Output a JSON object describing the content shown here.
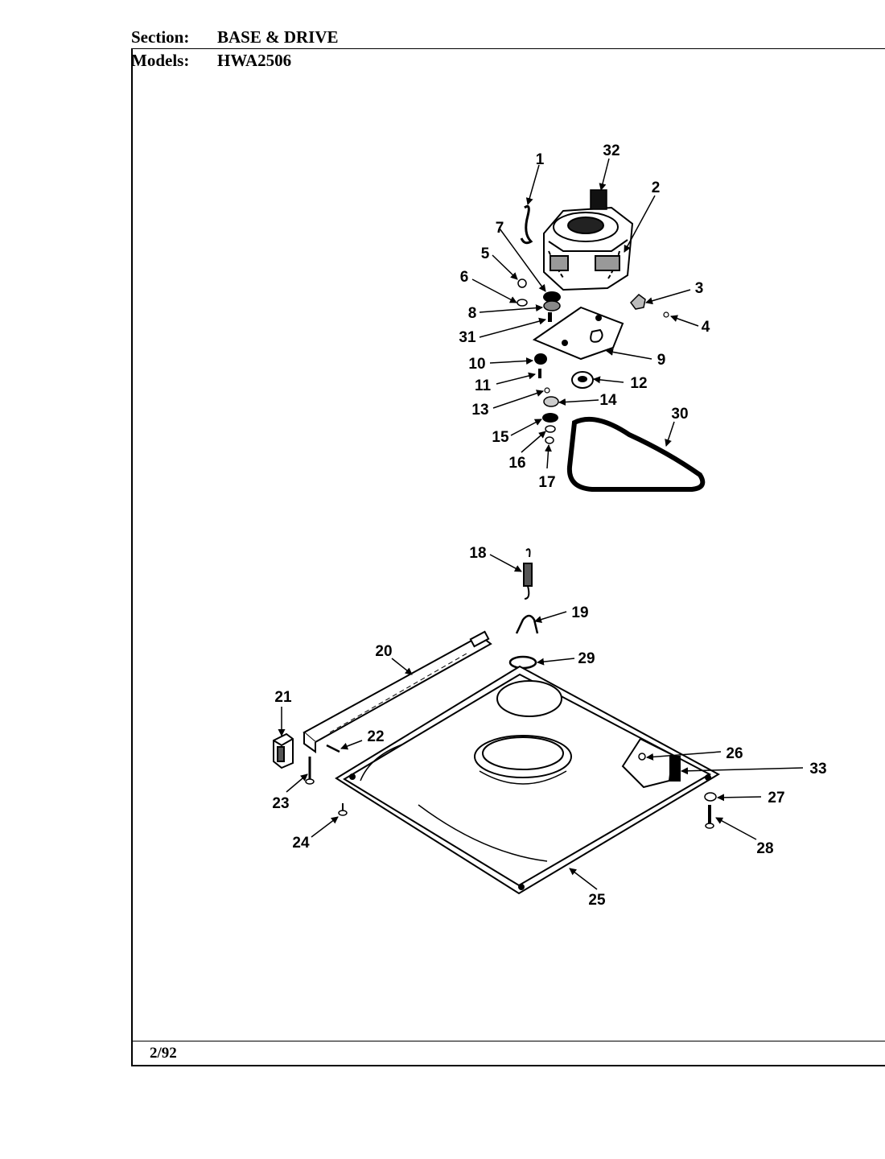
{
  "header": {
    "section_label": "Section:",
    "section_value": "BASE & DRIVE",
    "models_label": "Models:",
    "models_value": "HWA2506"
  },
  "footer": {
    "date": "2/92"
  },
  "callouts": [
    "1",
    "2",
    "3",
    "4",
    "5",
    "6",
    "7",
    "8",
    "9",
    "10",
    "11",
    "12",
    "13",
    "14",
    "15",
    "16",
    "17",
    "18",
    "19",
    "20",
    "21",
    "22",
    "23",
    "24",
    "25",
    "26",
    "27",
    "28",
    "29",
    "30",
    "31",
    "32",
    "33"
  ]
}
